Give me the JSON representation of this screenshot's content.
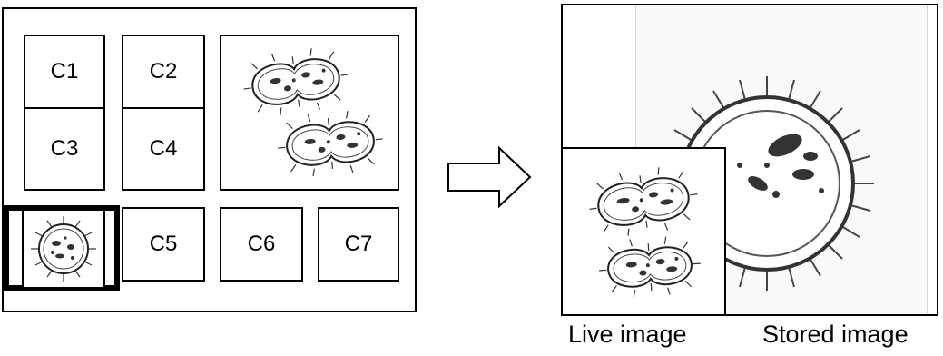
{
  "cells": {
    "c1": "C1",
    "c2": "C2",
    "c3": "C3",
    "c4": "C4",
    "c5": "C5",
    "c6": "C6",
    "c7": "C7"
  },
  "captions": {
    "live": "Live image",
    "stored": "Stored image"
  },
  "icons": {
    "arrow": "right-arrow-icon",
    "bacterium": "bacterium-icon",
    "dividing_bacterium": "dividing-bacterium-icon"
  }
}
